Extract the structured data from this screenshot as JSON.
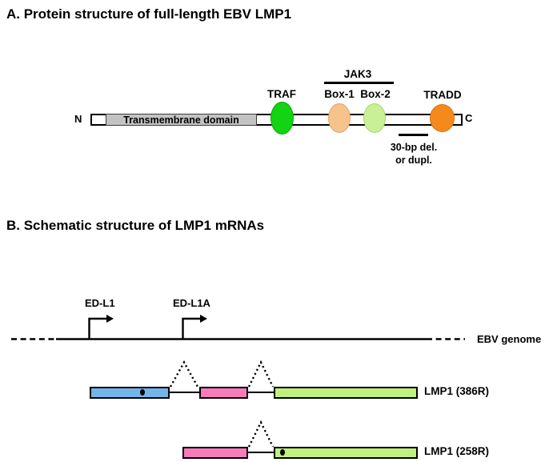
{
  "figure": {
    "background_color": "#ffffff",
    "line_color": "#000000"
  },
  "panel_a": {
    "title": "A. Protein structure of full-length EBV LMP1",
    "n_terminus_label": "N",
    "c_terminus_label": "C",
    "transmembrane_label": "Transmembrane domain",
    "transmembrane_color": "#c3c3c3",
    "jak3_label": "JAK3",
    "domains": {
      "traf": {
        "label": "TRAF",
        "color": "#12d412"
      },
      "box1": {
        "label": "Box-1",
        "color": "#f7c38c"
      },
      "box2": {
        "label": "Box-2",
        "color": "#c9f096"
      },
      "tradd": {
        "label": "TRADD",
        "color": "#f58a1c"
      }
    },
    "deletion_label_line1": "30-bp del.",
    "deletion_label_line2": "or dupl."
  },
  "panel_b": {
    "title": "B. Schematic structure of LMP1 mRNAs",
    "promoters": [
      {
        "label": "ED-L1"
      },
      {
        "label": "ED-L1A"
      }
    ],
    "genome_label": "EBV genome",
    "mrnas": [
      {
        "label": "LMP1 (386R)"
      },
      {
        "label": "LMP1 (258R)"
      }
    ],
    "exon_colors": {
      "exon1_blue": "#74b5e9",
      "exon2_pink": "#f87cbb",
      "exon3_green": "#c0f07e"
    }
  }
}
